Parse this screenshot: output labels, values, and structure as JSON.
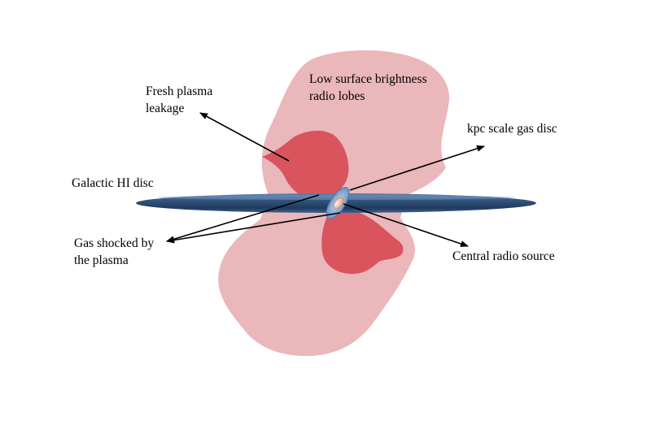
{
  "labels": {
    "fresh_plasma": [
      "Fresh plasma",
      "leakage"
    ],
    "low_surface": [
      "Low surface brightness",
      "radio lobes"
    ],
    "kpc_disc": "kpc scale gas disc",
    "galactic_disc_prefix": "Galactic H",
    "galactic_disc_sc": "I",
    "galactic_disc_suffix": " disc",
    "gas_shocked": [
      "Gas shocked by",
      "the plasma"
    ],
    "central_source": "Central radio source"
  },
  "colors": {
    "faint_lobe": "#eab7ba",
    "bright_lobe": "#d9545c",
    "disc_dark": "#233e63",
    "disc_light": "#5d82ad",
    "small_disc": "#8eb2d8",
    "central_source": "#e8b7a3",
    "arrow": "#000000"
  },
  "icons": {
    "arrowhead": "arrowhead-icon"
  }
}
